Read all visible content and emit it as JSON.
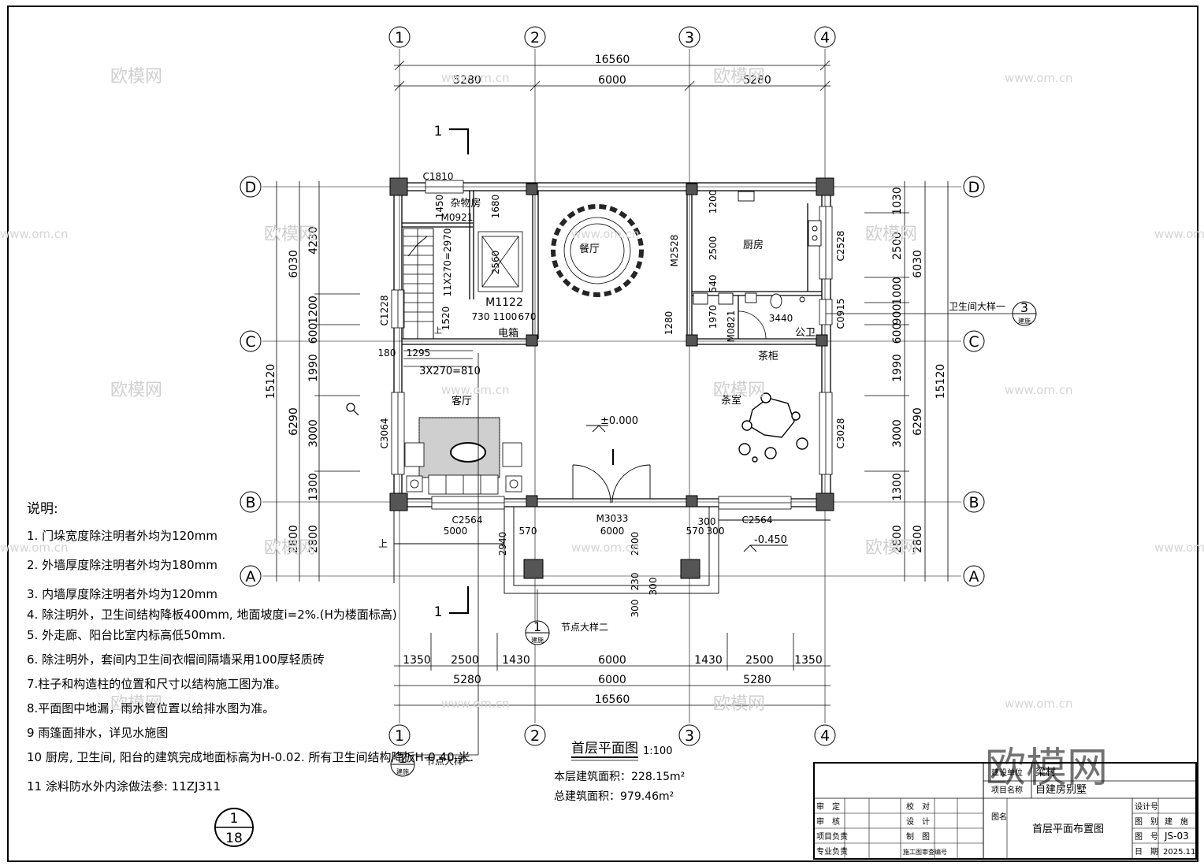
{
  "axes": {
    "vertical": [
      "1",
      "2",
      "3",
      "4"
    ],
    "horizontal": [
      "D",
      "C",
      "B",
      "A"
    ]
  },
  "dims_top": {
    "total": "16560",
    "parts": [
      "5280",
      "6000",
      "5280"
    ]
  },
  "dims_bottom": {
    "detail": [
      "1350",
      "2500",
      "1430",
      "6000",
      "1430",
      "2500",
      "1350"
    ],
    "parts": [
      "5280",
      "6000",
      "5280"
    ],
    "total": "16560"
  },
  "dims_left": {
    "outer": "15120",
    "mid": [
      "6030",
      "6290",
      "2800"
    ],
    "inner": [
      "4230",
      "1200",
      "600",
      "1990",
      "3000",
      "1300",
      "2800"
    ]
  },
  "dims_right": {
    "outer": "15120",
    "mid": [
      "6030",
      "6290",
      "2800"
    ],
    "inner": [
      "1030",
      "2500",
      "1000",
      "900",
      "600",
      "1990",
      "3000",
      "1300",
      "2800"
    ]
  },
  "rooms": {
    "storage": "杂物房",
    "dining": "餐厅",
    "kitchen": "厨房",
    "living": "客厅",
    "tea": "茶室",
    "public_wc": "公卫",
    "tea_cabinet": "茶柜",
    "meter_box": "电箱"
  },
  "labels": {
    "c1810": "C1810",
    "m0921": "M0921",
    "m1122": "M1122",
    "m2528": "M2528",
    "c2528": "C2528",
    "c1228": "C1228",
    "c0915": "C0915",
    "m0821": "M0821",
    "c3064": "C3064",
    "c3028": "C3028",
    "c2564a": "C2564",
    "c2564b": "C2564",
    "m3033": "M3033",
    "stair1": "11X270=2970",
    "stair2": "3X270=810",
    "elev_plus": "±0.000",
    "elev_minus": "-0.450",
    "up": "上",
    "section": "1",
    "wc_detail": "卫生间大样一",
    "node2": "节点大样二",
    "node1": "节点大样一",
    "d1450": "1450",
    "d1680": "1680",
    "d2560": "2560",
    "d730": "730",
    "d1100": "1100",
    "d670": "670",
    "d1520": "1520",
    "d180": "180",
    "d1295": "1295",
    "d1200": "1200",
    "d2500": "2500",
    "d540": "540",
    "d1970": "1970",
    "d1280": "1280",
    "d3440": "3440",
    "d5000": "5000",
    "d570a": "570",
    "d6000": "6000",
    "d2800": "2800",
    "d570b": "570",
    "d300a": "300",
    "d300b": "300",
    "d2940": "2940",
    "d230": "230",
    "d300c": "300",
    "d300d": "300"
  },
  "callouts": {
    "wc": {
      "num": "3",
      "sheet": "建施"
    },
    "node2": {
      "num": "1",
      "sheet": "建施"
    },
    "node1": {
      "num": "1",
      "sheet": "建施"
    },
    "ref": {
      "num": "1",
      "sheet": "18"
    }
  },
  "title": {
    "name": "首层平面图",
    "scale": "1:100",
    "area_floor": "本层建筑面积：228.15m²",
    "area_total": "总建筑面积：979.46m²"
  },
  "notes": {
    "heading": "说明:",
    "items": [
      "1. 门垛宽度除注明者外均为120mm",
      "2. 外墙厚度除注明者外均为180mm",
      "3. 内墙厚度除注明者外均为120mm",
      "4. 除注明外，卫生间结构降板400mm, 地面坡度i=2%.(H为楼面标高)",
      "5. 外走廊、阳台比室内标高低50mm.",
      "6. 除注明外，套间内卫生间衣帽间隔墙采用100厚轻质砖",
      "7.柱子和构造柱的位置和尺寸以结构施工图为准。",
      "8.平面图中地漏，雨水管位置以给排水图为准。",
      "9  雨篷面排水，详见水施图",
      "10 厨房, 卫生间, 阳台的建筑完成地面标高为H-0.02. 所有卫生间结构降板H-0.40 米.",
      "11 涂料防水外内涂做法参: 11ZJ311"
    ]
  },
  "titleblock": {
    "client_label": "建设单位",
    "client": "梁村",
    "project_label": "项目名称",
    "project": "自建房别墅",
    "rows": [
      "审　定",
      "审　核",
      "项目负责",
      "专业负责"
    ],
    "mid": [
      "校　对",
      "设　计",
      "制　图",
      "施工图审查编号"
    ],
    "drawing_label": "图名",
    "drawing_name": "首层平面布置图",
    "right_labels": [
      "设计号",
      "图　别",
      "图　号",
      "日　期"
    ],
    "right_values": [
      "",
      "建　施",
      "JS-03",
      "2025.11"
    ]
  },
  "watermarks": {
    "logo": "欧模网",
    "url": "www.om.cn"
  }
}
